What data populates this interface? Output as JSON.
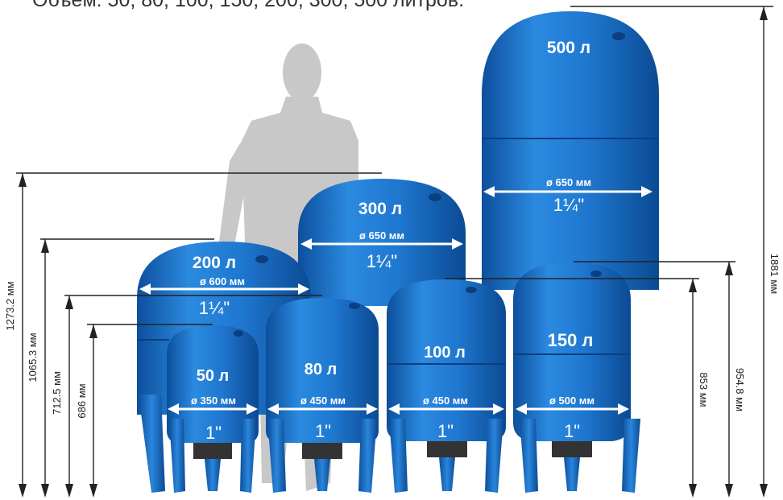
{
  "header": {
    "text": "Объем: 50, 80, 100, 150, 200, 300, 500 литров."
  },
  "tanks": {
    "t500": {
      "volume": "500 л",
      "diameter": "ø 650 мм",
      "connection": "1¼\""
    },
    "t300": {
      "volume": "300 л",
      "diameter": "ø 650 мм",
      "connection": "1¼\""
    },
    "t200": {
      "volume": "200 л",
      "diameter": "ø 600 мм",
      "connection": "1¼\""
    },
    "t150": {
      "volume": "150 л",
      "diameter": "ø 500 мм",
      "connection": "1\""
    },
    "t100": {
      "volume": "100 л",
      "diameter": "ø 450 мм",
      "connection": "1\""
    },
    "t80": {
      "volume": "80 л",
      "diameter": "ø 450 мм",
      "connection": "1\""
    },
    "t50": {
      "volume": "50 л",
      "diameter": "ø 350 мм",
      "connection": "1\""
    }
  },
  "heights": {
    "h200": "1273.2 мм",
    "h300": "1065.3 мм",
    "h80": "712.5 мм",
    "h50": "686 мм",
    "h100": "853 мм",
    "h150": "954.8 мм",
    "h500": "1881 мм"
  },
  "colors": {
    "tank": "#1f77cf",
    "tank_dark": "#0d4f9c",
    "silhouette": "#c8c8c8",
    "line": "#222222"
  }
}
